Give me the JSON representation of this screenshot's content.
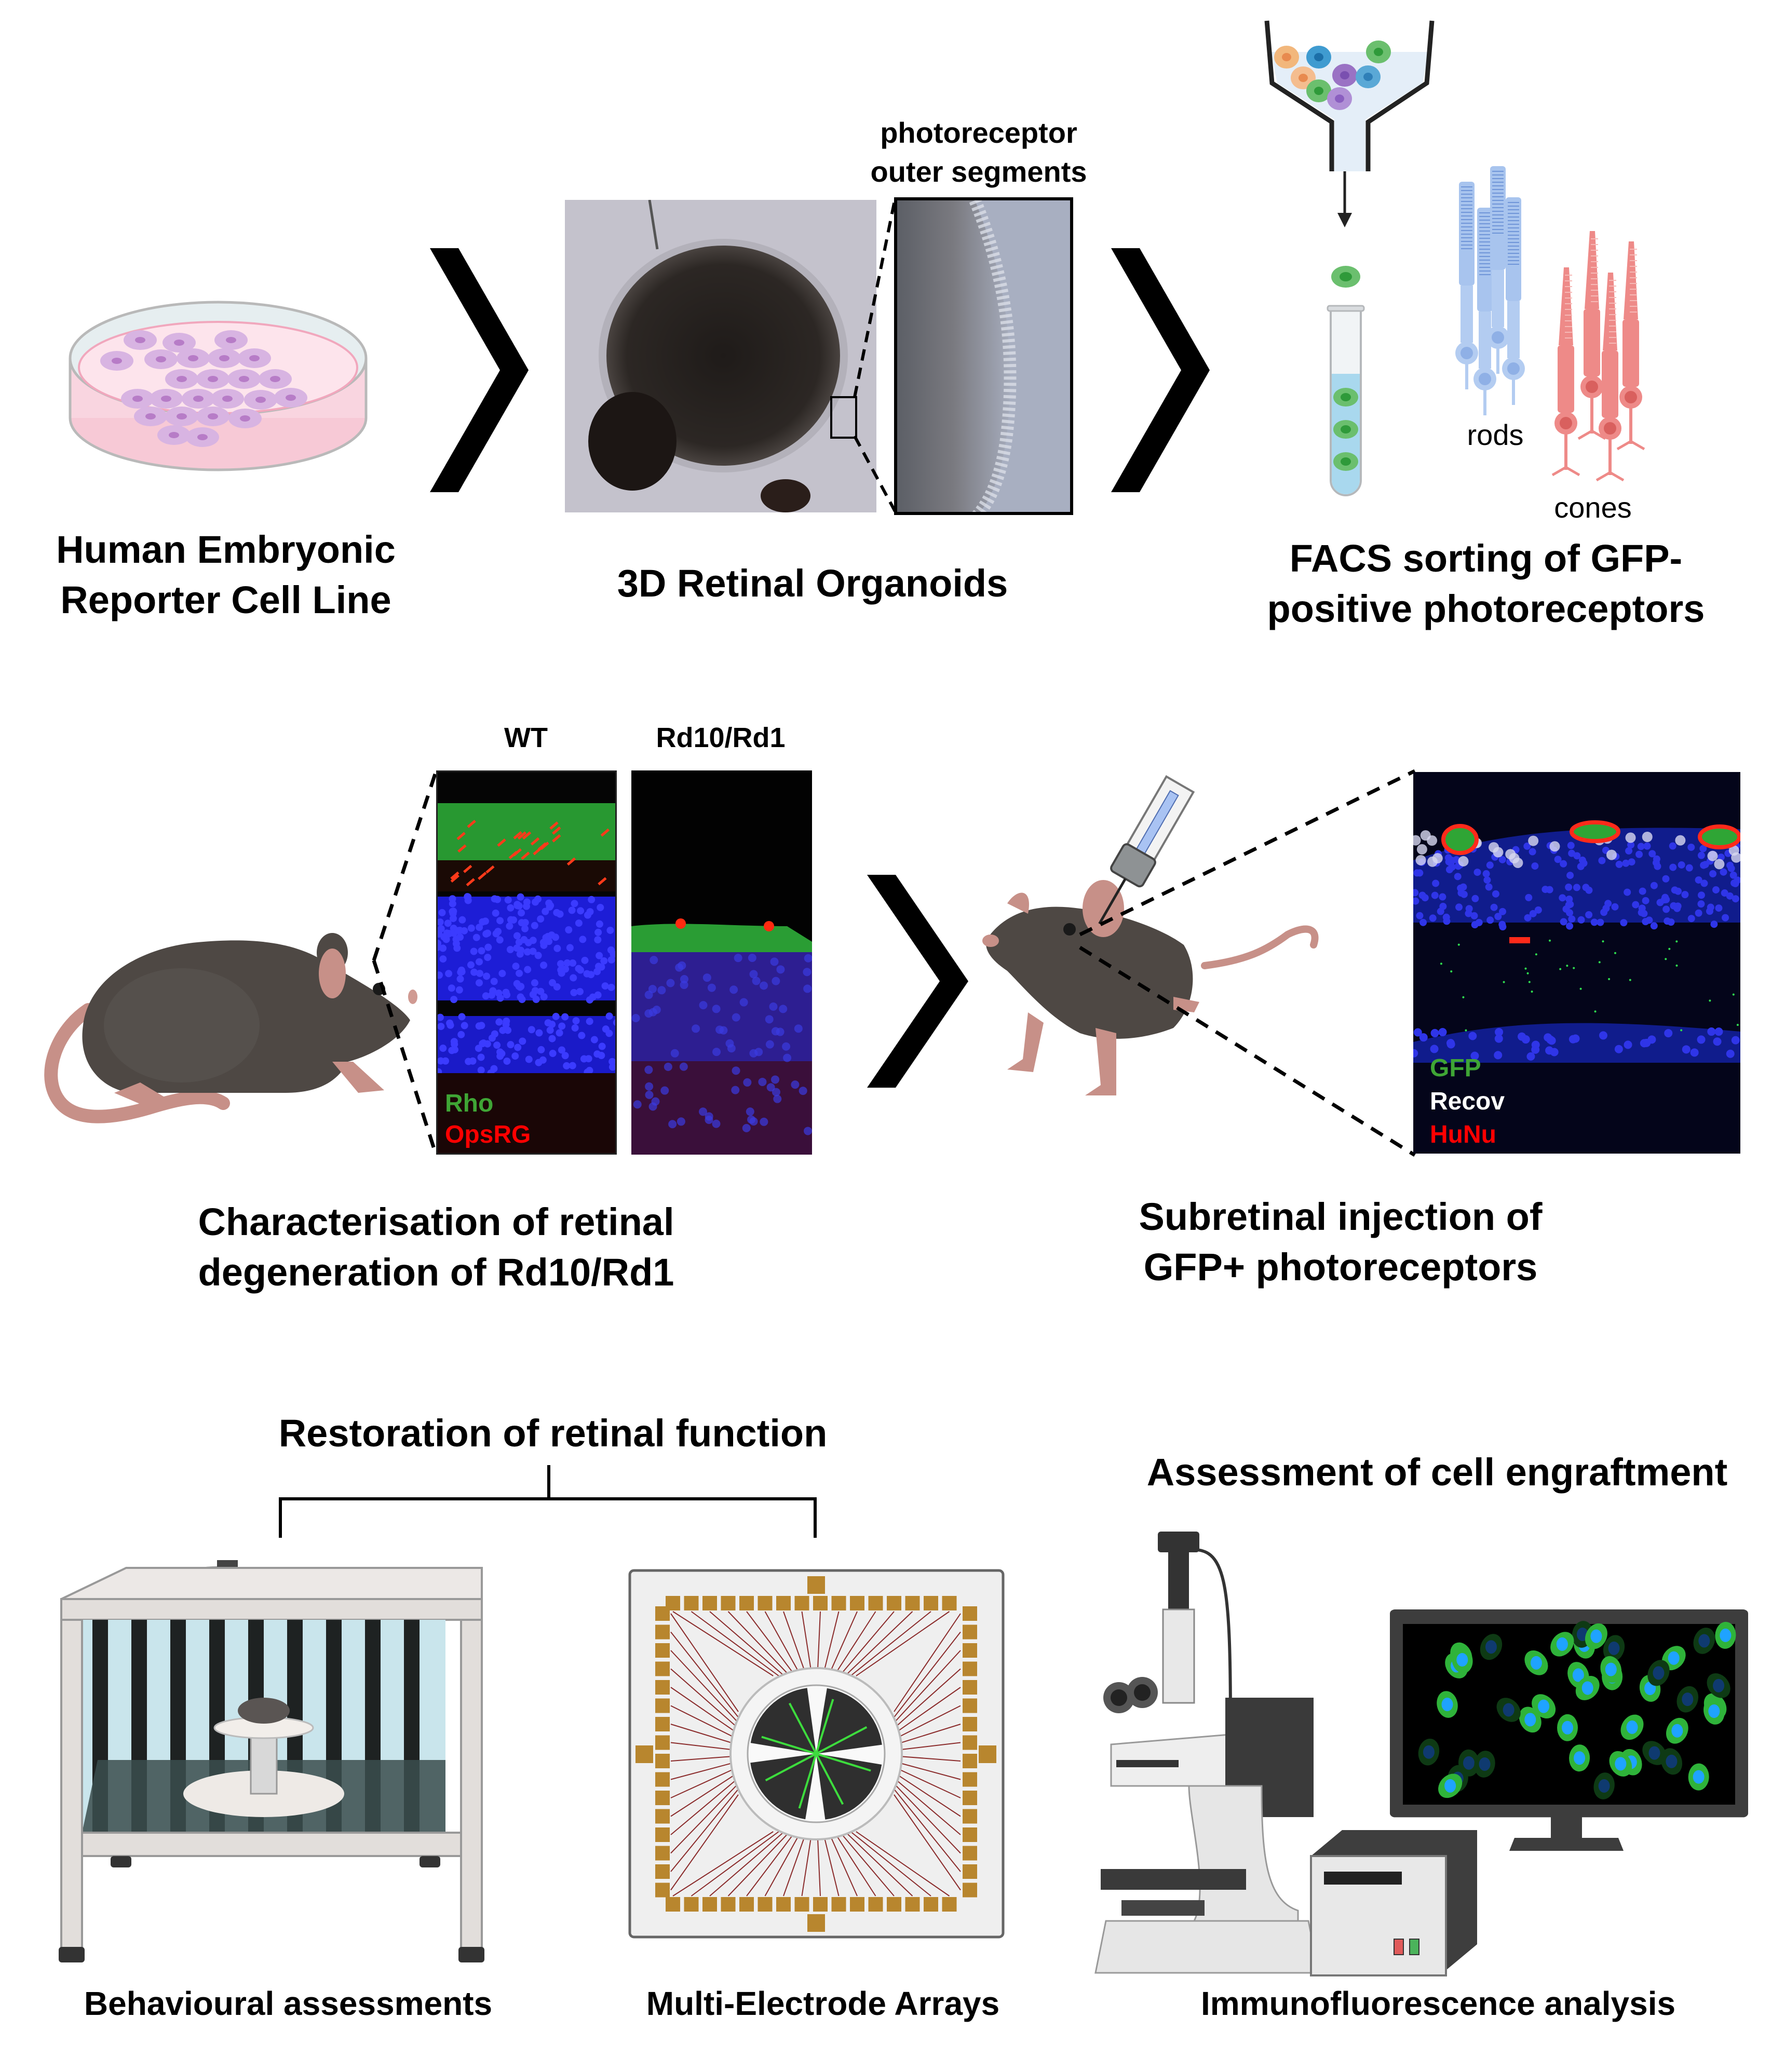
{
  "row1": {
    "cell_line": {
      "title_line1": "Human Embryonic",
      "title_line2": "Reporter Cell Line"
    },
    "organoids": {
      "title": "3D Retinal Organoids",
      "inset_label_line1": "photoreceptor",
      "inset_label_line2": "outer segments"
    },
    "facs": {
      "title_line1": "FACS sorting of GFP-",
      "title_line2": "positive photoreceptors",
      "rods_label": "rods",
      "cones_label": "cones"
    }
  },
  "row2": {
    "characterisation": {
      "title_line1": "Characterisation of retinal",
      "title_line2": "degeneration of Rd10/Rd1",
      "wt_label": "WT",
      "rd_label": "Rd10/Rd1",
      "stain_green": "Rho",
      "stain_red": "OpsRG"
    },
    "injection": {
      "title_line1": "Subretinal injection of",
      "title_line2": "GFP+ photoreceptors",
      "stain_green": "GFP",
      "stain_white": "Recov",
      "stain_red": "HuNu"
    }
  },
  "row3": {
    "restoration_title": "Restoration of retinal function",
    "engraftment_title": "Assessment of cell engraftment",
    "behaviour_label": "Behavioural assessments",
    "mea_label": "Multi-Electrode Arrays",
    "if_label": "Immunofluorescence analysis"
  },
  "colors": {
    "gfp_green": "#3fa535",
    "stain_red": "#ff0000",
    "rod_blue": "#a8c4ee",
    "cone_red": "#ee8a88",
    "mea_gold": "#b8862e",
    "mouse_fur": "#4e4844",
    "mouse_skin": "#c79088"
  },
  "icons": [
    "petri-dish-icon",
    "chevron-right-icon",
    "funnel-icon",
    "test-tube-icon",
    "rod-cell-icon",
    "cone-cell-icon",
    "mouse-icon",
    "syringe-icon",
    "optomotor-cage-icon",
    "mea-chip-icon",
    "microscope-icon",
    "monitor-icon"
  ]
}
